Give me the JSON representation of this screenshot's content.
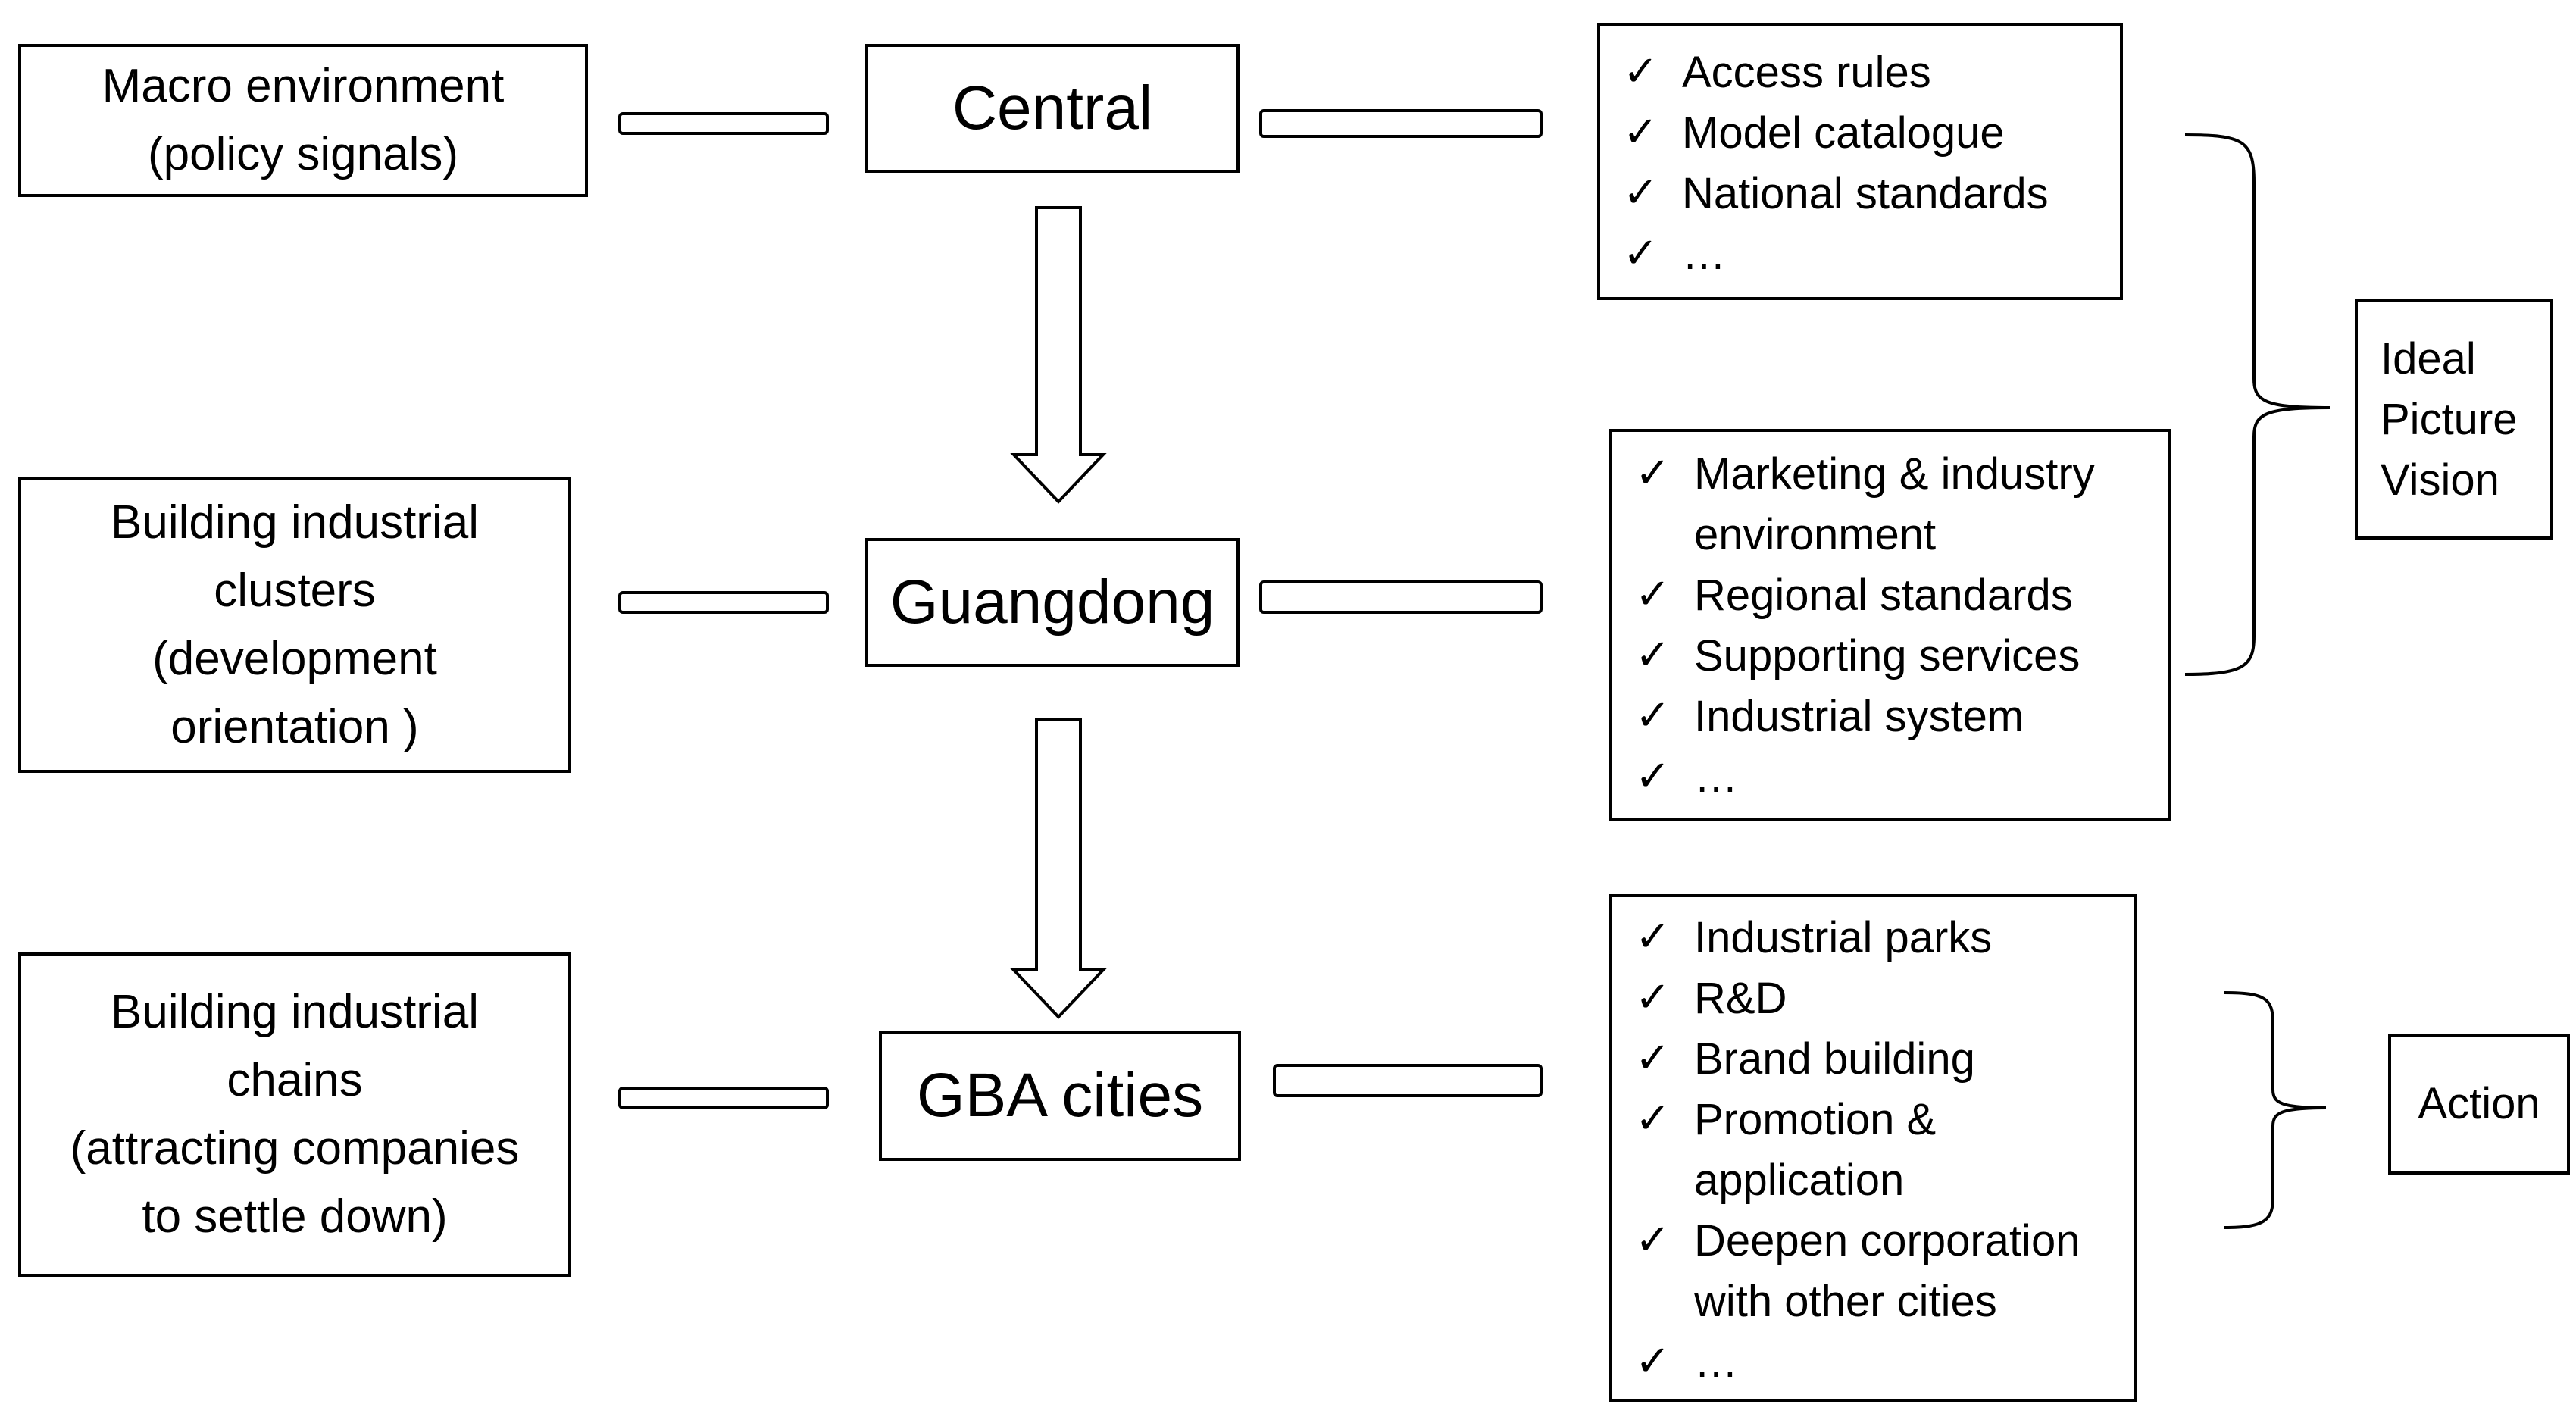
{
  "left_column": [
    {
      "lines": [
        "Macro environment",
        "(policy signals)"
      ]
    },
    {
      "lines": [
        "Building industrial",
        "clusters",
        "(development",
        "orientation )"
      ]
    },
    {
      "lines": [
        "Building industrial",
        "chains",
        "(attracting companies",
        "to settle down)"
      ]
    }
  ],
  "levels": [
    "Central",
    "Guangdong",
    "GBA cities"
  ],
  "lists": [
    {
      "items": [
        "Access rules",
        "Model catalogue",
        "National standards",
        "…"
      ]
    },
    {
      "items": [
        "Marketing & industry environment",
        "Regional standards",
        "Supporting services",
        "Industrial system",
        "…"
      ]
    },
    {
      "items": [
        "Industrial parks",
        "R&D",
        "Brand building",
        "Promotion & application",
        "Deepen corporation with other cities",
        "…"
      ]
    }
  ],
  "check_mark": "✓",
  "summary": {
    "vision_lines": [
      "Ideal",
      "Picture",
      "Vision"
    ],
    "action_label": "Action"
  }
}
